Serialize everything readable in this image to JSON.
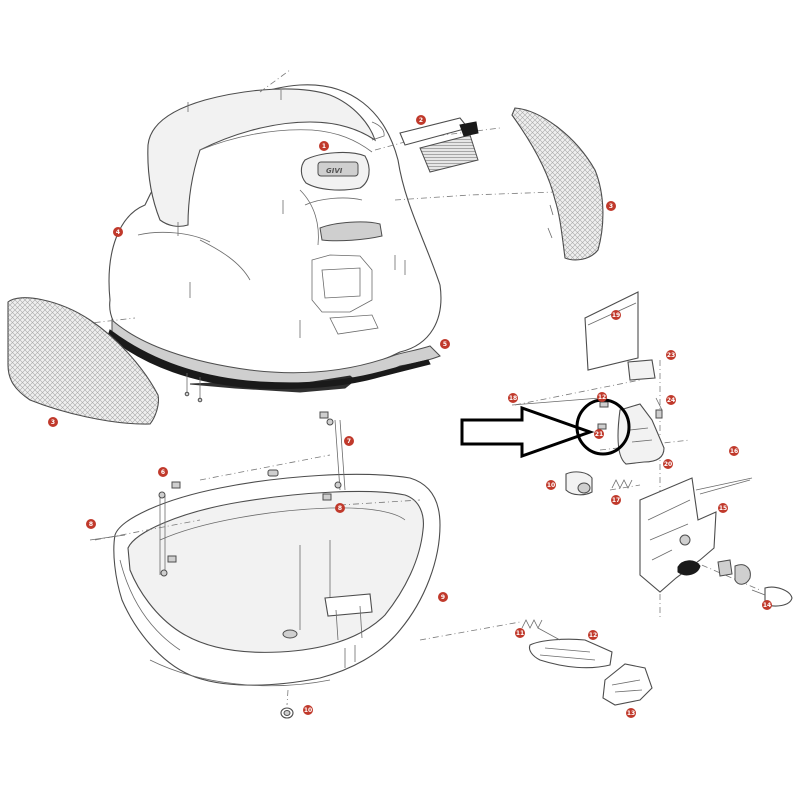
{
  "diagram": {
    "brand_logo": "GIVI",
    "callouts": [
      {
        "id": "c1",
        "label": "1"
      },
      {
        "id": "c2",
        "label": "2"
      },
      {
        "id": "c3a",
        "label": "3"
      },
      {
        "id": "c3b",
        "label": "3"
      },
      {
        "id": "c4",
        "label": "4"
      },
      {
        "id": "c5",
        "label": "5"
      },
      {
        "id": "c6",
        "label": "6"
      },
      {
        "id": "c7",
        "label": "7"
      },
      {
        "id": "c8a",
        "label": "8"
      },
      {
        "id": "c8b",
        "label": "8"
      },
      {
        "id": "c9",
        "label": "9"
      },
      {
        "id": "c10a",
        "label": "10"
      },
      {
        "id": "c10b",
        "label": "10"
      },
      {
        "id": "c11",
        "label": "11"
      },
      {
        "id": "c12a",
        "label": "12"
      },
      {
        "id": "c12b",
        "label": "12"
      },
      {
        "id": "c13",
        "label": "13"
      },
      {
        "id": "c14",
        "label": "14"
      },
      {
        "id": "c15",
        "label": "15"
      },
      {
        "id": "c16",
        "label": "16"
      },
      {
        "id": "c17",
        "label": "17"
      },
      {
        "id": "c18",
        "label": "18"
      },
      {
        "id": "c19",
        "label": "19"
      },
      {
        "id": "c20",
        "label": "20"
      },
      {
        "id": "c21",
        "label": "21"
      },
      {
        "id": "c23",
        "label": "23"
      },
      {
        "id": "c24",
        "label": "24"
      }
    ],
    "colors": {
      "callout": "#c0392b",
      "line": "#4d4d4d",
      "highlight": "#000000"
    }
  }
}
